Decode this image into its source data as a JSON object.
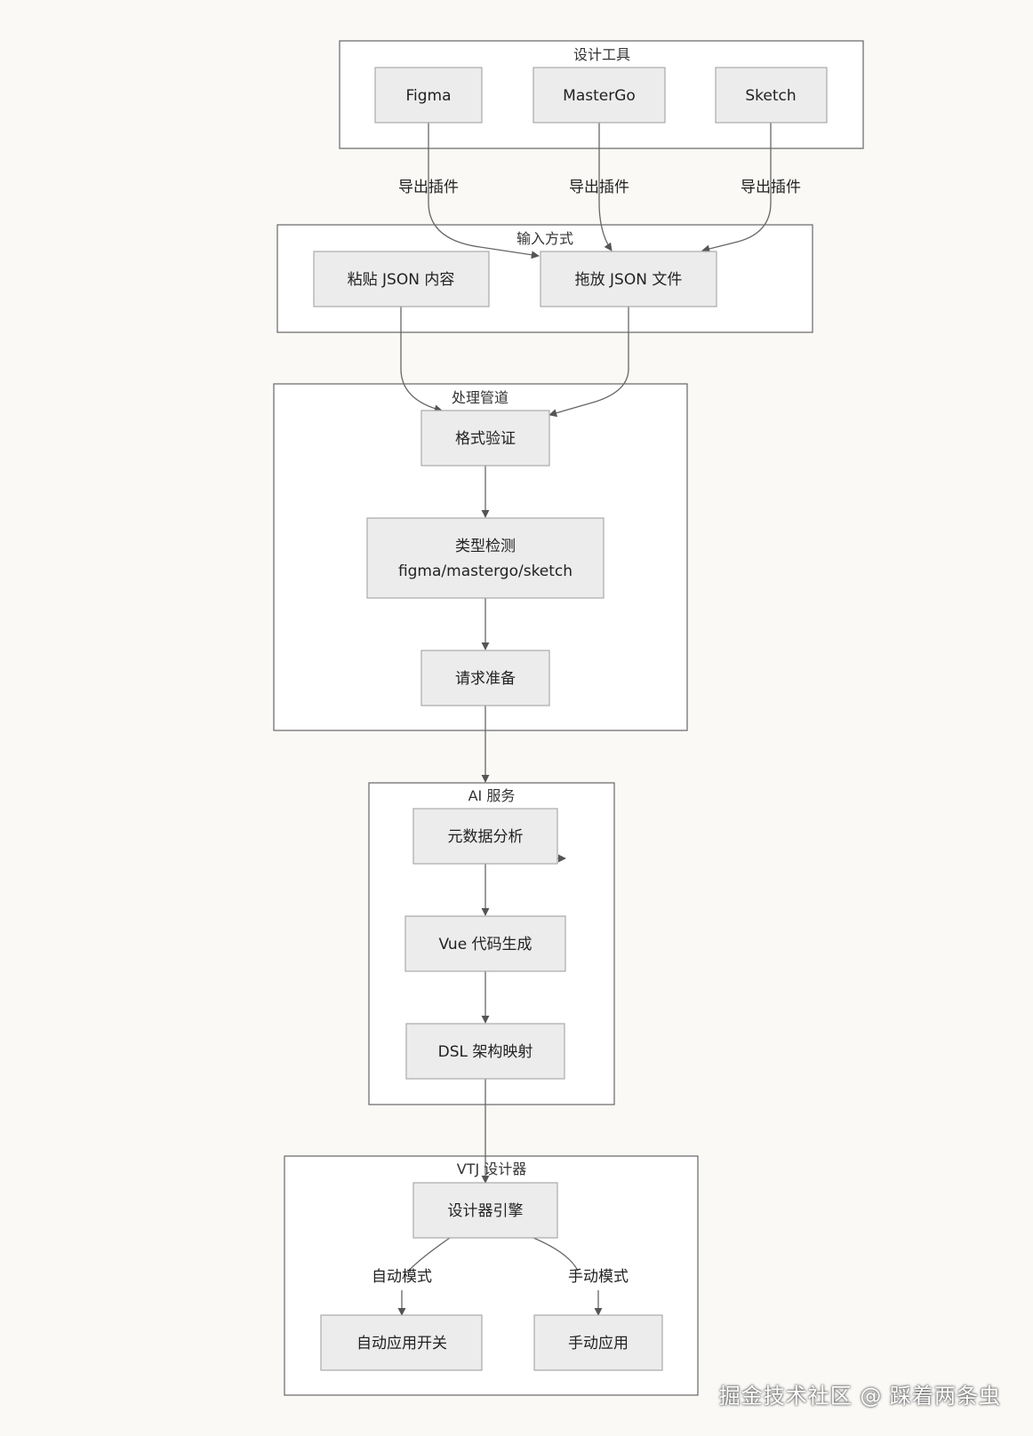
{
  "groups": {
    "design_tools": "设计工具",
    "input_methods": "输入方式",
    "pipeline": "处理管道",
    "ai_service": "AI 服务",
    "vtj_designer": "VTJ 设计器"
  },
  "nodes": {
    "figma": "Figma",
    "mastergo": "MasterGo",
    "sketch": "Sketch",
    "paste_json": "粘贴 JSON 内容",
    "drop_json": "拖放 JSON 文件",
    "format_check": "格式验证",
    "type_detect_1": "类型检测",
    "type_detect_2": "figma/mastergo/sketch",
    "request_prep": "请求准备",
    "metadata": "元数据分析",
    "vue_gen": "Vue 代码生成",
    "dsl_map": "DSL 架构映射",
    "engine": "设计器引擎",
    "auto_apply": "自动应用开关",
    "manual_apply": "手动应用"
  },
  "edge_labels": {
    "export_plugin_1": "导出插件",
    "export_plugin_2": "导出插件",
    "export_plugin_3": "导出插件",
    "auto_mode": "自动模式",
    "manual_mode": "手动模式"
  },
  "watermark": "掘金技术社区 @ 踩着两条虫"
}
